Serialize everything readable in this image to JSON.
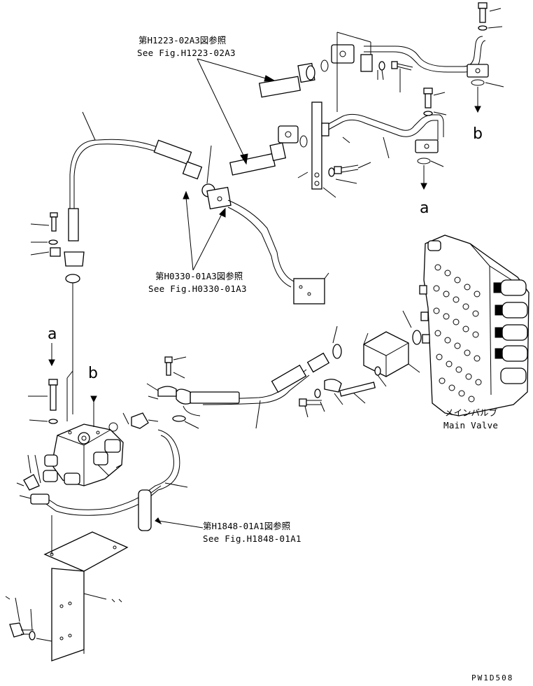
{
  "references": {
    "fig_h1223": {
      "jp": "第H1223-02A3図参照",
      "en": "See Fig.H1223-02A3"
    },
    "fig_h0330": {
      "jp": "第H0330-01A3図参照",
      "en": "See Fig.H0330-01A3"
    },
    "fig_h1848": {
      "jp": "第H1848-01A1図参照",
      "en": "See Fig.H1848-01A1"
    }
  },
  "main_valve": {
    "jp": "メインバルブ",
    "en": "Main Valve"
  },
  "connection_markers": {
    "a_top": "a",
    "b_top": "b",
    "a_left": "a",
    "b_left": "b"
  },
  "drawing_code": "PW1D508"
}
